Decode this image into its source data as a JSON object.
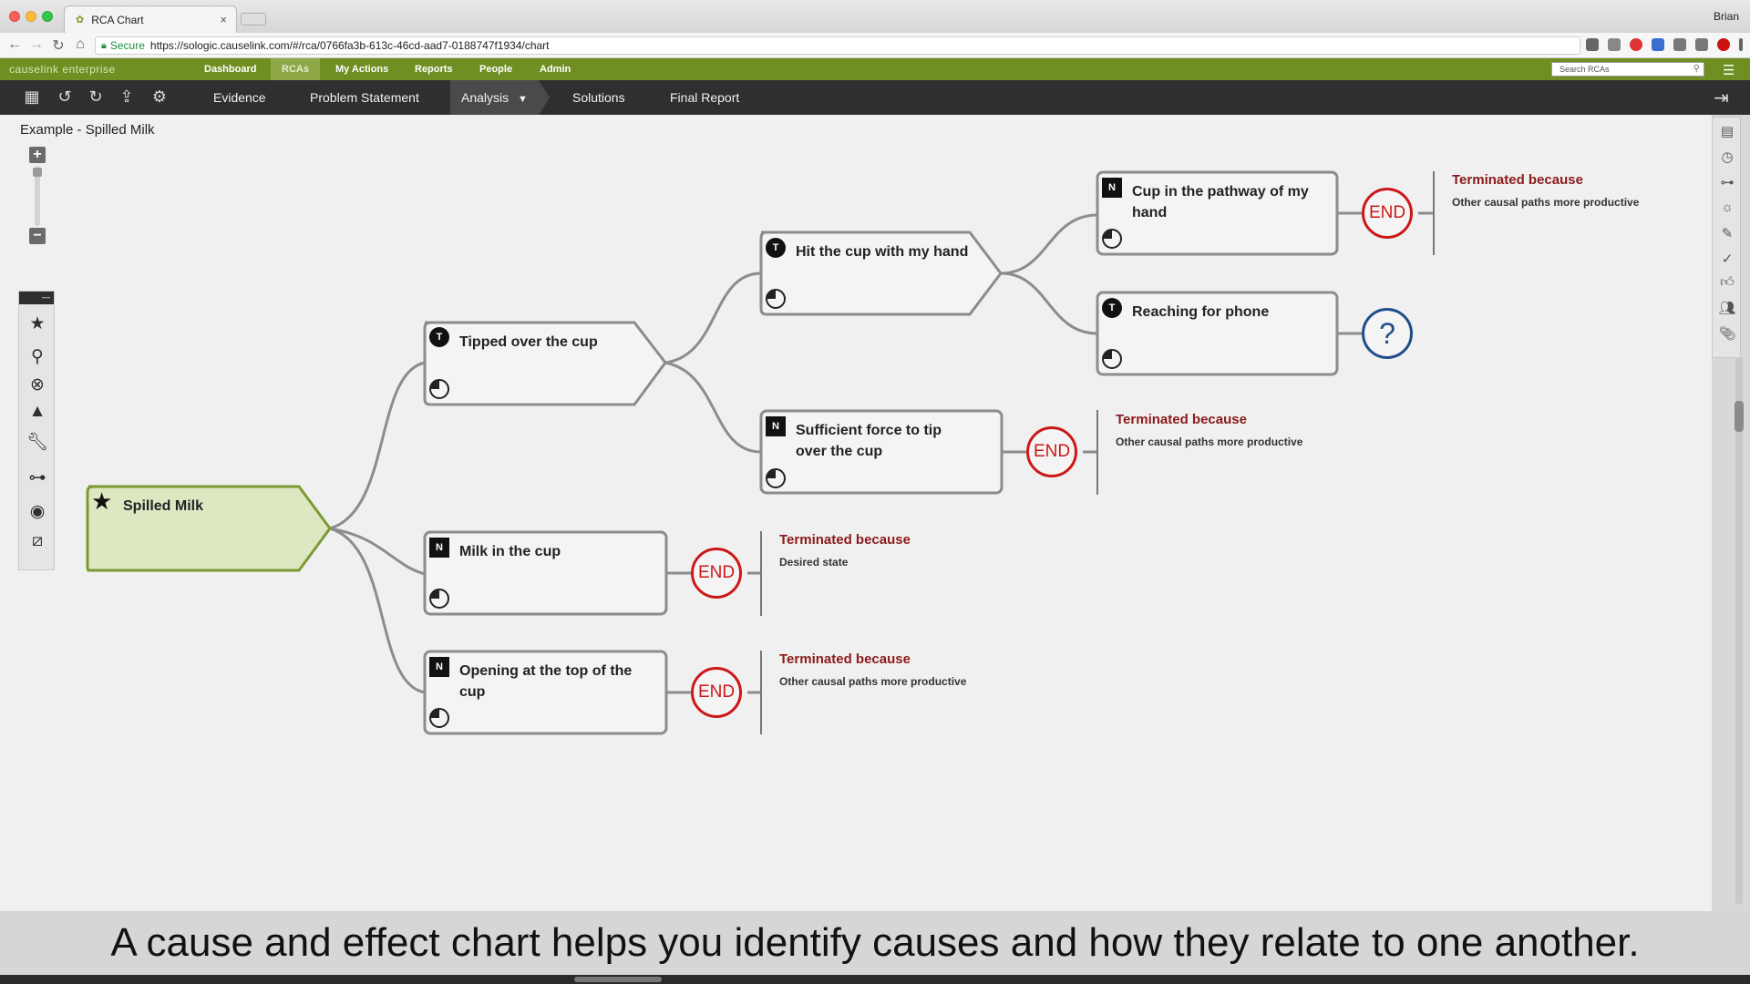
{
  "browser": {
    "tab_title": "RCA Chart",
    "tab_close": "×",
    "user": "Brian",
    "secure_label": "Secure",
    "url": "https://sologic.causelink.com/#/rca/0766fa3b-613c-46cd-aad7-0188747f1934/chart"
  },
  "app": {
    "logo": "causelink enterprise",
    "nav": [
      "Dashboard",
      "RCAs",
      "My Actions",
      "Reports",
      "People",
      "Admin"
    ],
    "active_nav": "RCAs",
    "search_placeholder": "Search RCAs"
  },
  "toolbar": {
    "tabs": [
      "Evidence",
      "Problem Statement",
      "Analysis",
      "Solutions",
      "Final Report"
    ],
    "active_tab": "Analysis"
  },
  "chart": {
    "title": "Example - Spilled Milk",
    "nodes": [
      {
        "id": "spilled-milk",
        "label": "Spilled Milk",
        "badge": "★"
      },
      {
        "id": "tipped",
        "label": "Tipped over the cup",
        "badge": "T"
      },
      {
        "id": "milk",
        "label": "Milk in the cup",
        "badge": "N"
      },
      {
        "id": "opening",
        "label": "Opening at the top of the cup",
        "badge": "N"
      },
      {
        "id": "hit",
        "label": "Hit the cup with my hand",
        "badge": "T"
      },
      {
        "id": "force",
        "label": "Sufficient force to tip over the cup",
        "badge": "N"
      },
      {
        "id": "cup-path",
        "label": "Cup in the pathway of my hand",
        "badge": "N"
      },
      {
        "id": "reaching",
        "label": "Reaching for phone",
        "badge": "T"
      }
    ],
    "end_label": "END",
    "question_label": "?",
    "terminations": [
      {
        "title": "Terminated because",
        "reason": "Other causal paths more productive"
      },
      {
        "title": "Terminated because",
        "reason": "Other causal paths more productive"
      },
      {
        "title": "Terminated because",
        "reason": "Desired state"
      },
      {
        "title": "Terminated because",
        "reason": "Other causal paths more productive"
      }
    ]
  },
  "caption": "A cause and effect chart helps you identify causes and how they relate to one another."
}
